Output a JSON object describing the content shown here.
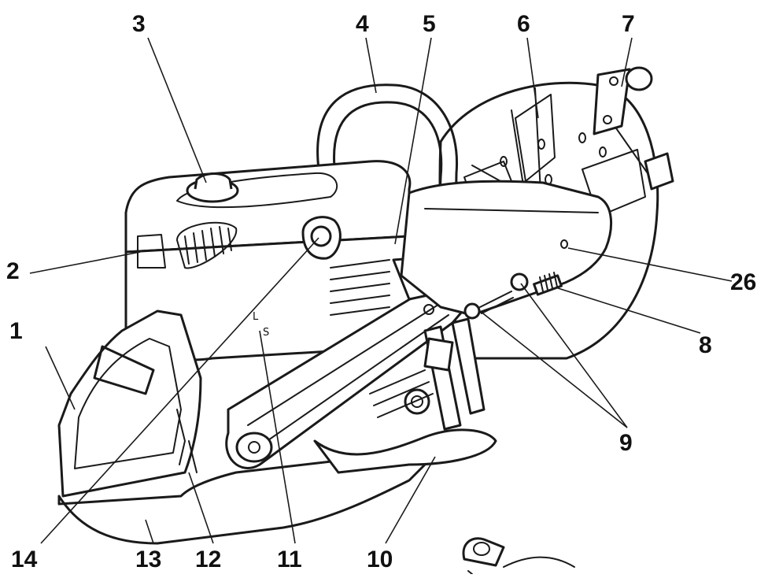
{
  "callouts": [
    {
      "id": "1",
      "label": "1"
    },
    {
      "id": "2",
      "label": "2"
    },
    {
      "id": "3",
      "label": "3"
    },
    {
      "id": "4",
      "label": "4"
    },
    {
      "id": "5",
      "label": "5"
    },
    {
      "id": "6",
      "label": "6"
    },
    {
      "id": "7",
      "label": "7"
    },
    {
      "id": "8",
      "label": "8"
    },
    {
      "id": "9",
      "label": "9"
    },
    {
      "id": "10",
      "label": "10"
    },
    {
      "id": "11",
      "label": "11"
    },
    {
      "id": "12",
      "label": "12"
    },
    {
      "id": "13",
      "label": "13"
    },
    {
      "id": "14",
      "label": "14"
    },
    {
      "id": "26",
      "label": "26"
    }
  ],
  "decompression_valve_symbols": {
    "top": "L",
    "bottom": "S"
  }
}
